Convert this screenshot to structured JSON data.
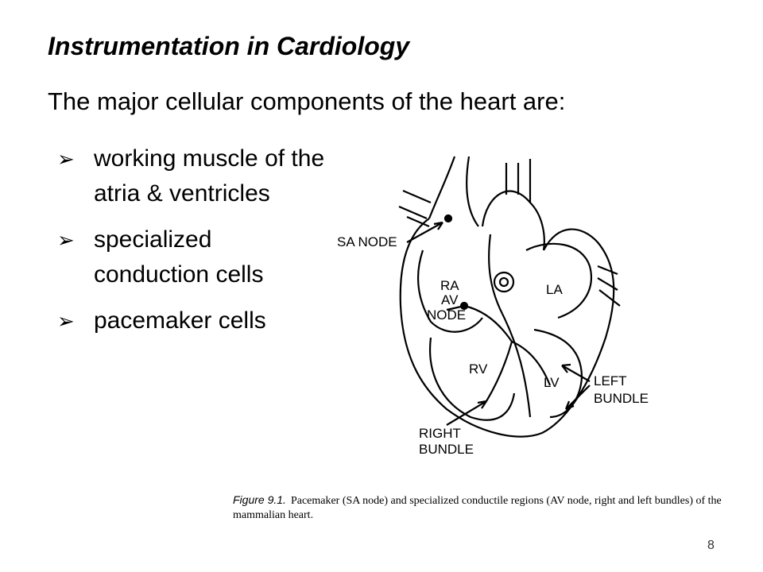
{
  "slide": {
    "title": "Instrumentation in Cardiology",
    "subtitle": "The major cellular components of the heart are:",
    "bullet_glyph": "➢",
    "bullets": [
      {
        "text": "working muscle of the atria & ventricles"
      },
      {
        "text": "specialized conduction cells"
      },
      {
        "text": "pacemaker cells"
      }
    ],
    "page_number": "8"
  },
  "figure": {
    "labels": {
      "sa_node": "SA NODE",
      "ra": "RA",
      "av": "AV",
      "node": "NODE",
      "la": "LA",
      "rv": "RV",
      "lv": "LV",
      "left": "LEFT",
      "bundle": "BUNDLE",
      "right": "RIGHT",
      "bundle2": "BUNDLE"
    },
    "caption_label": "Figure 9.1.",
    "caption_text": "Pacemaker (SA node) and specialized conductile regions (AV node, right and left bundles) of the mammalian heart."
  }
}
